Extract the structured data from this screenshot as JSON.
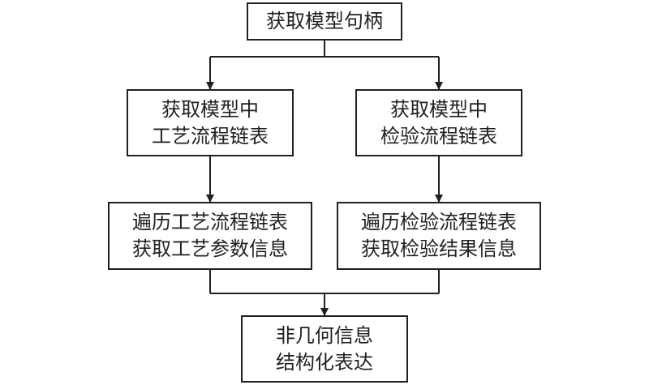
{
  "diagram": {
    "nodes": {
      "get_handle": {
        "lines": [
          "获取模型句柄"
        ]
      },
      "process_chain": {
        "lines": [
          "获取模型中",
          "工艺流程链表"
        ]
      },
      "inspect_chain": {
        "lines": [
          "获取模型中",
          "检验流程链表"
        ]
      },
      "traverse_process": {
        "lines": [
          "遍历工艺流程链表",
          "获取工艺参数信息"
        ]
      },
      "traverse_inspect": {
        "lines": [
          "遍历检验流程链表",
          "获取检验结果信息"
        ]
      },
      "nongeometric": {
        "lines": [
          "非几何信息",
          "结构化表达"
        ]
      }
    },
    "edges": [
      {
        "from": "get_handle",
        "to": "process_chain"
      },
      {
        "from": "get_handle",
        "to": "inspect_chain"
      },
      {
        "from": "process_chain",
        "to": "traverse_process"
      },
      {
        "from": "inspect_chain",
        "to": "traverse_inspect"
      },
      {
        "from": "traverse_process",
        "to": "nongeometric"
      },
      {
        "from": "traverse_inspect",
        "to": "nongeometric"
      }
    ],
    "colors": {
      "stroke": "#231f20",
      "fill": "#ffffff",
      "text": "#231f20"
    }
  }
}
